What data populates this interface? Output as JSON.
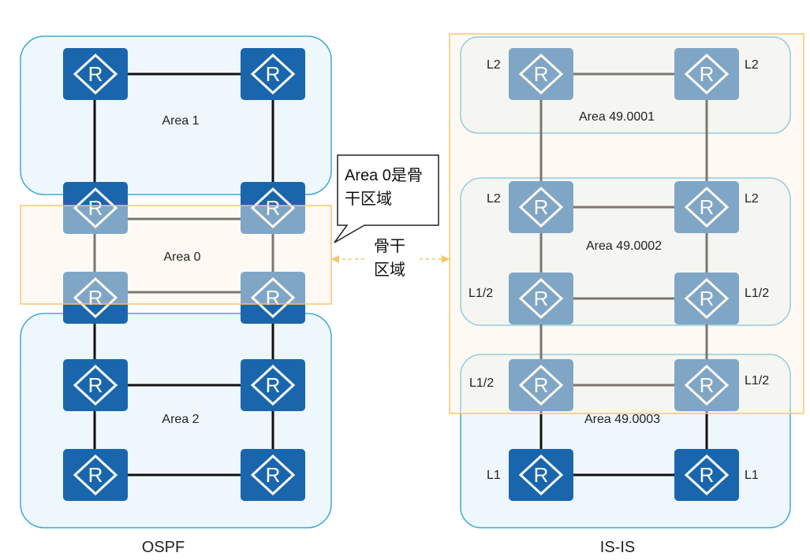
{
  "ospf": {
    "title": "OSPF",
    "areas": [
      "Area 1",
      "Area 0",
      "Area 2"
    ]
  },
  "isis": {
    "title": "IS-IS",
    "areas": [
      "Area 49.0001",
      "Area 49.0002",
      "Area 49.0003"
    ],
    "levels": [
      "L2",
      "L2",
      "L2",
      "L2",
      "L1/2",
      "L1/2",
      "L1/2",
      "L1/2",
      "L1",
      "L1"
    ]
  },
  "callout": {
    "line1": "Area 0是骨",
    "line2": "干区域"
  },
  "backbone_arrow": {
    "line1": "骨干",
    "line2": "区域"
  },
  "router_glyph": "R",
  "colors": {
    "router": "#1a66ad",
    "area_border": "#3ea9d6",
    "area_fill": "#eef8fc",
    "backbone_border": "#f6c66e",
    "backbone_fill": "#fdf5e4",
    "link": "#111111"
  }
}
